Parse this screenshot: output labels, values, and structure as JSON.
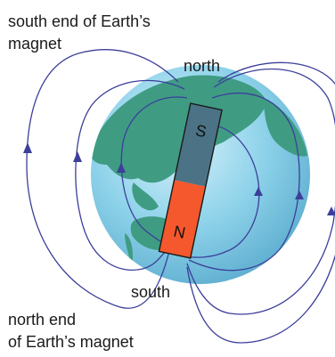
{
  "labels": {
    "south_end": [
      "south end of Earth’s",
      "magnet"
    ],
    "north": "north",
    "south": "south",
    "north_end": [
      "north end",
      "of Earth’s magnet"
    ]
  },
  "magnet": {
    "top_pole": "S",
    "bottom_pole": "N"
  },
  "colors": {
    "ocean": "#8fd3ea",
    "land": "#3f9c83",
    "magnet_top": "#4b7385",
    "magnet_bottom": "#f4582c",
    "field_lines": "#3c3f9a"
  }
}
